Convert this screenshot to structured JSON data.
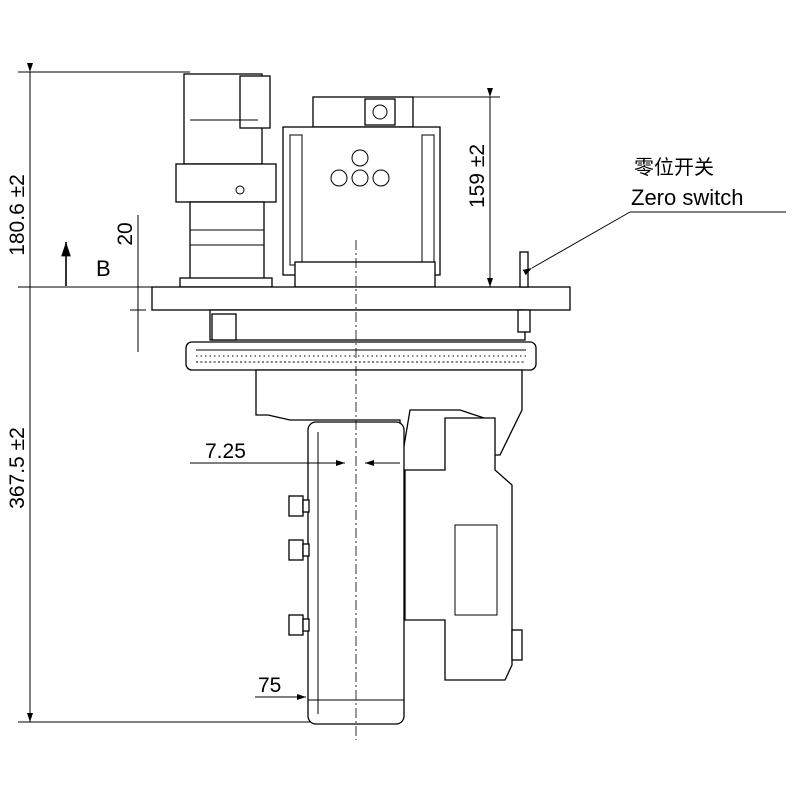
{
  "dimensions": {
    "upper_height": "180.6 ±2",
    "lower_height": "367.5 ±2",
    "motor_height": "159 ±2",
    "offset": "7.25",
    "wheel_half_width": "75",
    "view_label": "B",
    "view_offset": "20"
  },
  "callout": {
    "label_cn": "零位开关",
    "label_en": "Zero switch"
  }
}
